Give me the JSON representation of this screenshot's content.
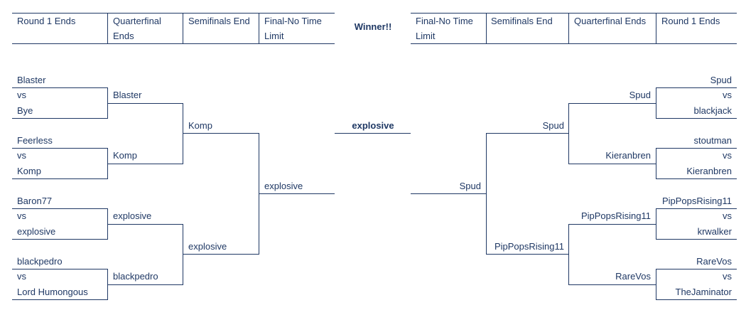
{
  "headers": {
    "left": [
      "Round 1 Ends",
      "Quarterfinal Ends",
      "Semifinals End",
      "Final-No Time Limit"
    ],
    "center": "Winner!!",
    "right": [
      "Final-No Time Limit",
      "Semifinals End",
      "Quarterfinal Ends",
      "Round 1 Ends"
    ]
  },
  "left_bracket": {
    "round1": [
      {
        "top": "Blaster",
        "vs": "vs",
        "bottom": "Bye"
      },
      {
        "top": "Feerless",
        "vs": "vs",
        "bottom": "Komp"
      },
      {
        "top": "Baron77",
        "vs": "vs",
        "bottom": "explosive"
      },
      {
        "top": "blackpedro",
        "vs": "vs",
        "bottom": "Lord Humongous"
      }
    ],
    "quarterfinals": [
      "Blaster",
      "Komp",
      "explosive",
      "blackpedro"
    ],
    "semifinals": [
      "Komp",
      "explosive"
    ],
    "final": "explosive"
  },
  "right_bracket": {
    "round1": [
      {
        "top": "Spud",
        "vs": "vs",
        "bottom": "blackjack"
      },
      {
        "top": "stoutman",
        "vs": "vs",
        "bottom": "Kieranbren"
      },
      {
        "top": "PipPopsRising11",
        "vs": "vs",
        "bottom": "krwalker"
      },
      {
        "top": "RareVos",
        "vs": "vs",
        "bottom": "TheJaminator"
      }
    ],
    "quarterfinals": [
      "Spud",
      "Kieranbren",
      "PipPopsRising11",
      "RareVos"
    ],
    "semifinals": [
      "Spud",
      "PipPopsRising11"
    ],
    "final": "Spud"
  },
  "winner": "explosive",
  "colors": {
    "line": "#1f3864",
    "text": "#1f3864",
    "background": "#ffffff"
  }
}
